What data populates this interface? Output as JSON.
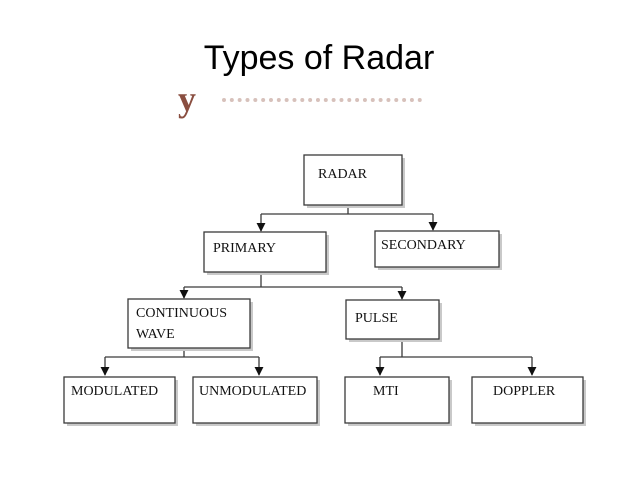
{
  "slide": {
    "title": "Types of Radar"
  },
  "diagram": {
    "nodes": {
      "radar": "RADAR",
      "primary": "PRIMARY",
      "secondary": "SECONDARY",
      "continuous_wave_line1": "CONTINUOUS",
      "continuous_wave_line2": "WAVE",
      "pulse": "PULSE",
      "modulated": "MODULATED",
      "unmodulated": "UNMODULATED",
      "mti": "MTI",
      "doppler": "DOPPLER"
    },
    "colors": {
      "box_stroke": "#3a3a3a",
      "box_shadow": "#c9c9c9",
      "text": "#111111",
      "fragment": "#8a4e40"
    }
  }
}
